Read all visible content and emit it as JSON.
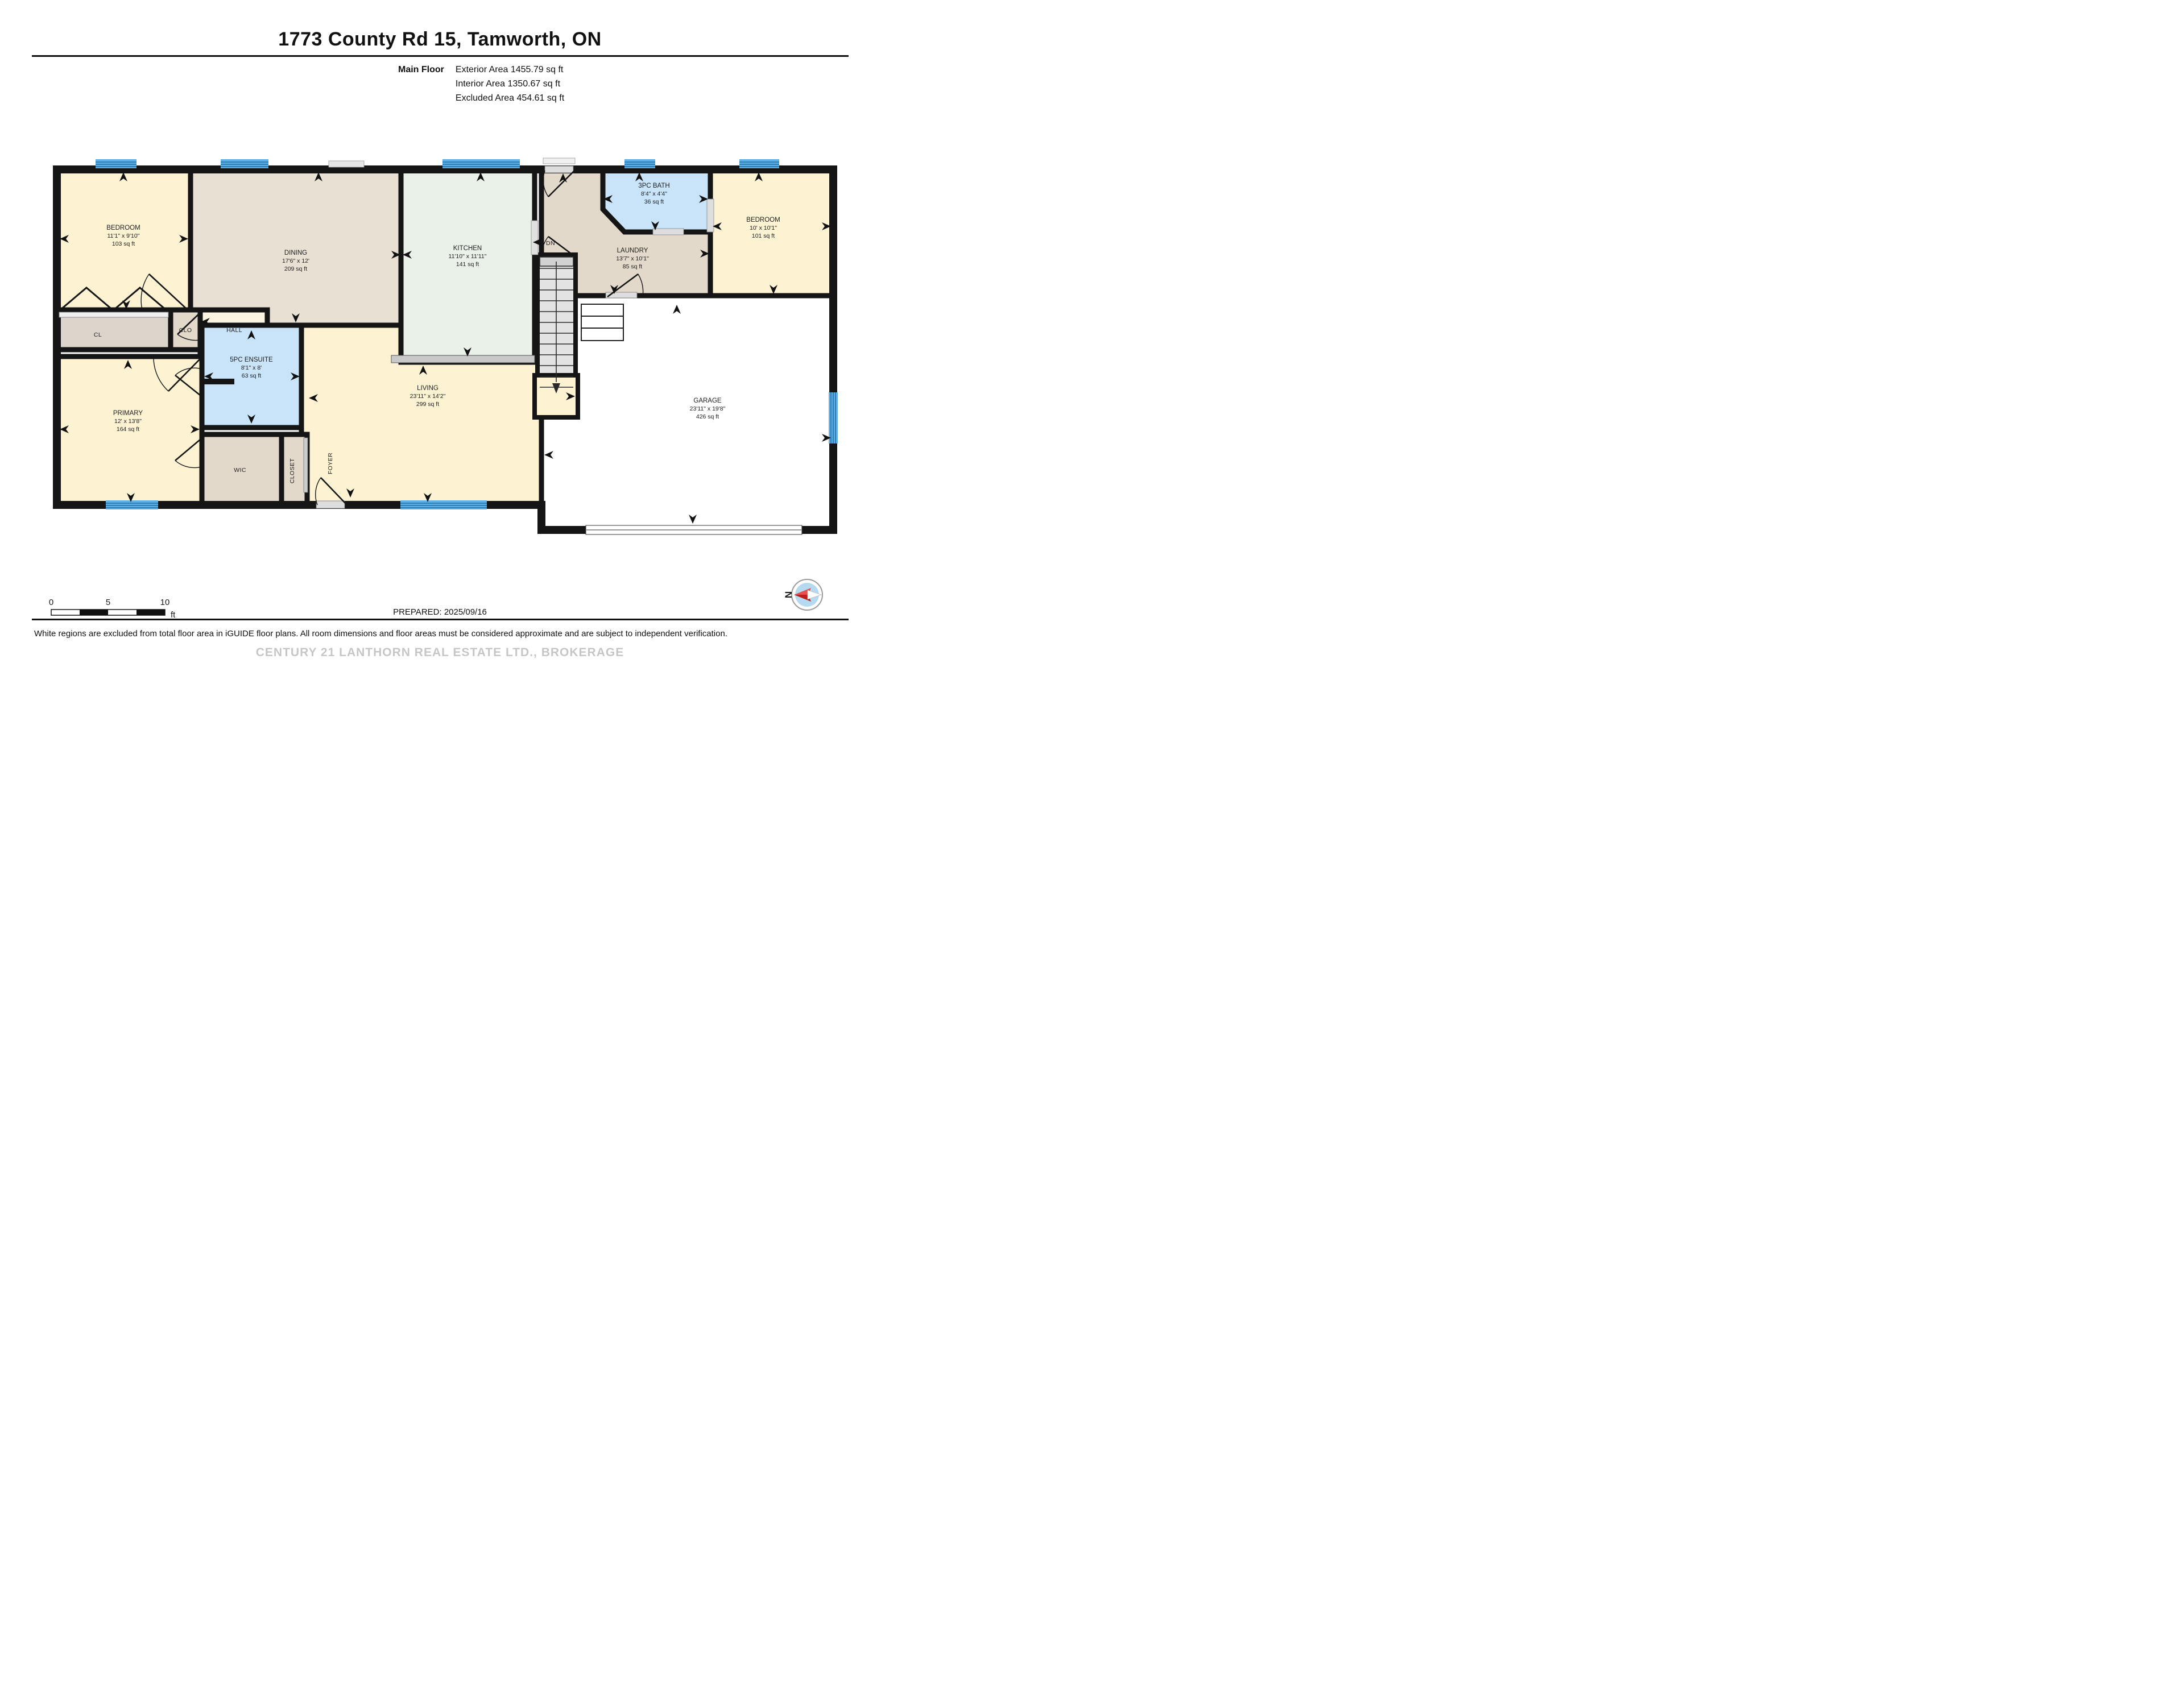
{
  "header": {
    "title": "1773 County Rd 15, Tamworth, ON",
    "floor_label": "Main Floor",
    "stats": [
      "Exterior Area 1455.79 sq ft",
      "Interior Area 1350.67 sq ft",
      "Excluded Area 454.61 sq ft"
    ]
  },
  "rooms": {
    "bedroom_top_left": {
      "name": "BEDROOM",
      "dims": "11'1\" x 9'10\"",
      "area": "103 sq ft"
    },
    "dining": {
      "name": "DINING",
      "dims": "17'6\" x 12'",
      "area": "209 sq ft"
    },
    "kitchen": {
      "name": "KITCHEN",
      "dims": "11'10\" x 11'11\"",
      "area": "141 sq ft"
    },
    "bath": {
      "name": "3PC BATH",
      "dims": "8'4\" x 4'4\"",
      "area": "36 sq ft"
    },
    "bedroom_right": {
      "name": "BEDROOM",
      "dims": "10' x 10'1\"",
      "area": "101 sq ft"
    },
    "laundry": {
      "name": "LAUNDRY",
      "dims": "13'7\" x 10'1\"",
      "area": "85 sq ft"
    },
    "primary": {
      "name": "PRIMARY",
      "dims": "12' x 13'8\"",
      "area": "164 sq ft"
    },
    "ensuite": {
      "name": "5PC ENSUITE",
      "dims": "8'1\" x 8'",
      "area": "63 sq ft"
    },
    "living": {
      "name": "LIVING",
      "dims": "23'11\" x 14'2\"",
      "area": "299 sq ft"
    },
    "garage": {
      "name": "GARAGE",
      "dims": "23'11\" x 19'8\"",
      "area": "426 sq ft"
    }
  },
  "labels": {
    "cl": "CL",
    "clo": "CLO",
    "hall": "HALL",
    "wic": "WIC",
    "closet": "CLOSET",
    "foyer": "FOYER",
    "down": "DN"
  },
  "footer": {
    "scale": {
      "zero": "0",
      "five": "5",
      "ten": "10",
      "unit": "ft"
    },
    "prepared": "PREPARED: 2025/09/16",
    "compass_north": "N",
    "disclaimer": "White regions are excluded from total floor area in iGUIDE floor plans. All room dimensions and floor areas must be considered approximate and are subject to independent verification.",
    "watermark": "CENTURY 21 LANTHORN REAL ESTATE LTD., BROKERAGE"
  },
  "colors": {
    "wall": "#151515",
    "room_yellow": "#fdf3d3",
    "room_tan": "#e2d9cb",
    "room_beige": "#e7e0d3",
    "room_mint": "#e9f1e9",
    "room_blue": "#c9e4f8",
    "room_gray": "#dbd4cb",
    "hall_cream": "#faf4e0",
    "window_blue": "#5fb0e5",
    "window_stripe": "#1d6fa8",
    "excluded_white": "#ffffff",
    "compass_red": "#d42020"
  }
}
